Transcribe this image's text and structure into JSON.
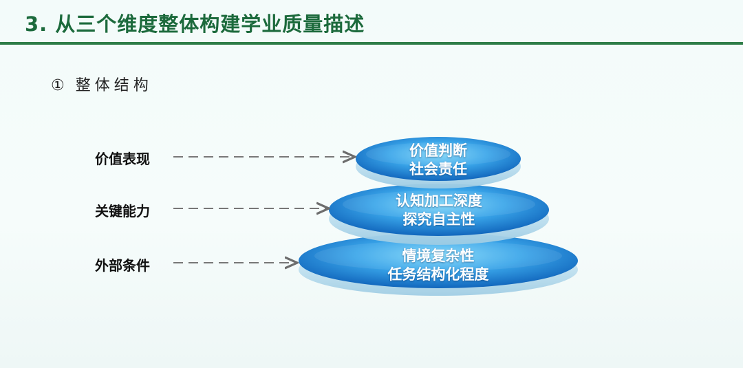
{
  "title": "3. 从三个维度整体构建学业质量描述",
  "subtitle": {
    "number": "①",
    "text": "整体结构"
  },
  "tiers": [
    {
      "label": "价值表现",
      "line1": "价值判断",
      "line2": "社会责任"
    },
    {
      "label": "关键能力",
      "line1": "认知加工深度",
      "line2": "探究自主性"
    },
    {
      "label": "外部条件",
      "line1": "情境复杂性",
      "line2": "任务结构化程度"
    }
  ],
  "colors": {
    "title": "#1c6a3c",
    "rule": "#2e7d48",
    "disc_center": "#5fc4f2",
    "disc_edge": "#0a5fb8",
    "arrow": "#777777"
  }
}
